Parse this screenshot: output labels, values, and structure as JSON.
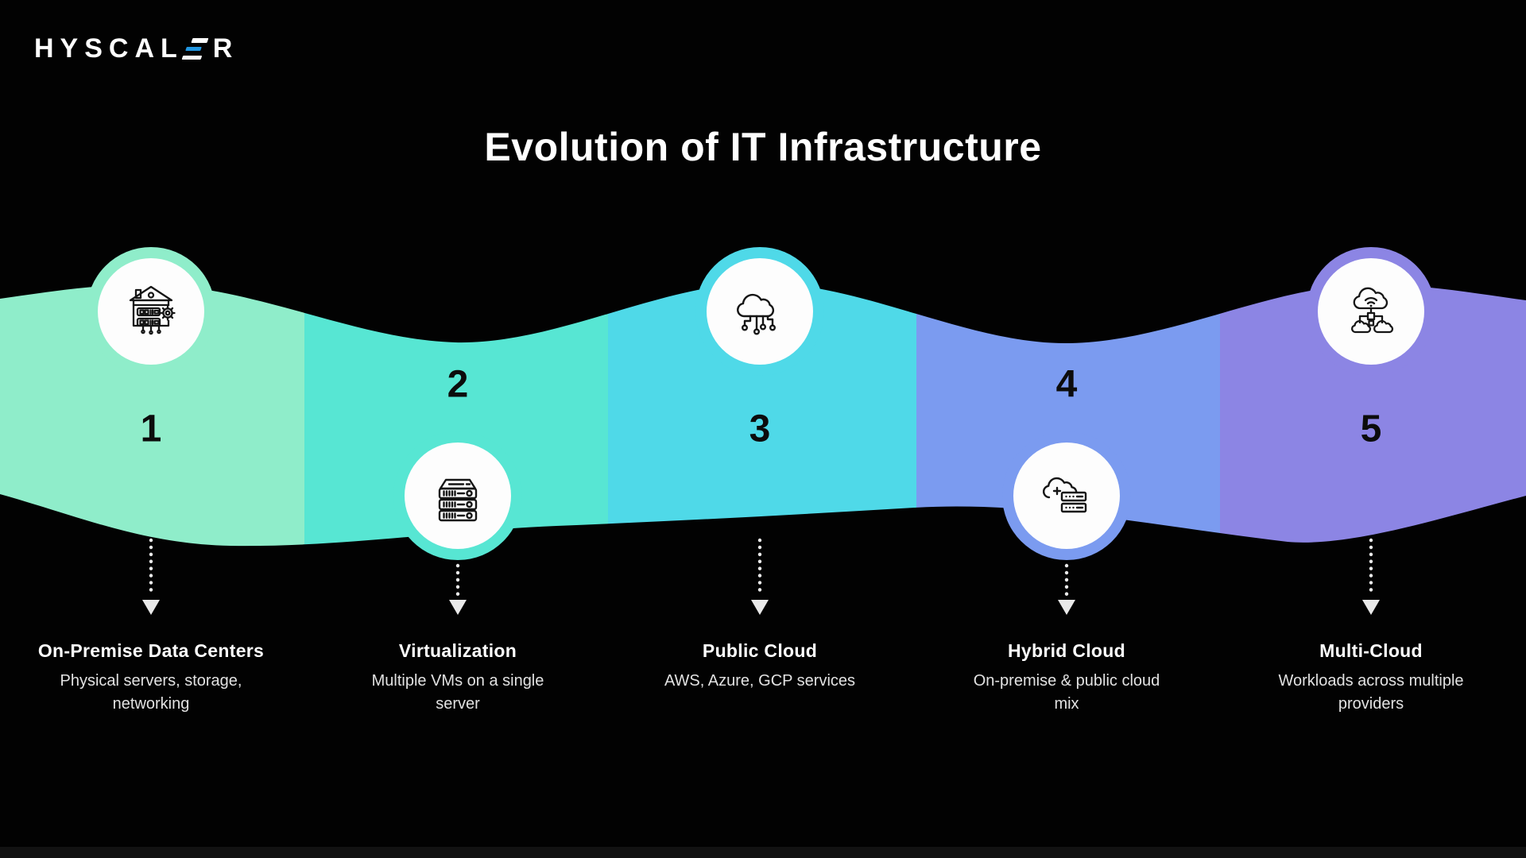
{
  "logo": {
    "text_before": "HYSCAL",
    "text_after": "R",
    "accent_color": "#2196e0"
  },
  "title": "Evolution of IT Infrastructure",
  "arrow_color": "#e9e9e9",
  "background_color": "#020202",
  "stages": [
    {
      "number": "1",
      "name": "On-Premise Data Centers",
      "description": "Physical servers, storage, networking",
      "color": "#8fedca",
      "icon": "data-center-icon"
    },
    {
      "number": "2",
      "name": "Virtualization",
      "description": "Multiple VMs on a single server",
      "color": "#57e6d3",
      "icon": "server-stack-icon"
    },
    {
      "number": "3",
      "name": "Public Cloud",
      "description": "AWS, Azure, GCP services",
      "color": "#4fd9e8",
      "icon": "cloud-network-icon"
    },
    {
      "number": "4",
      "name": "Hybrid Cloud",
      "description": "On-premise & public cloud mix",
      "color": "#7b9bf0",
      "icon": "hybrid-cloud-icon"
    },
    {
      "number": "5",
      "name": "Multi-Cloud",
      "description": "Workloads across multiple providers",
      "color": "#8c85e4",
      "icon": "multi-cloud-icon"
    }
  ]
}
